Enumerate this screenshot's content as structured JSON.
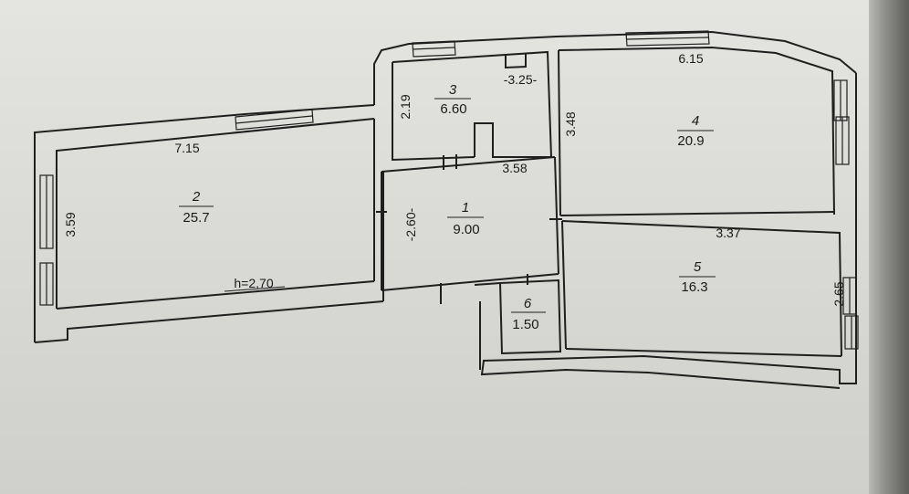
{
  "plan": {
    "rooms": [
      {
        "id": "2",
        "number": "2",
        "area": "25.7"
      },
      {
        "id": "1",
        "number": "1",
        "area": "9.00"
      },
      {
        "id": "3",
        "number": "3",
        "area": "6.60"
      },
      {
        "id": "4",
        "number": "4",
        "area": "20.9"
      },
      {
        "id": "5",
        "number": "5",
        "area": "16.3"
      },
      {
        "id": "6",
        "number": "6",
        "area": "1.50"
      }
    ],
    "dimensions": {
      "room2_width": "7.15",
      "room2_depth": "3.59",
      "room3_depth": "2.19",
      "room3_width": "-3.25-",
      "room4_depth": "3.48",
      "room4_width": "6.15",
      "room1_width": "3.58",
      "room1_depth": "-2.60-",
      "room5_width": "3.37",
      "room5_depth": "2.65"
    },
    "ceiling_height": "h=2,70"
  },
  "colors": {
    "ink": "#1f1f1f",
    "wall_fill": "#e2e2df",
    "paper": "#e4e4e1"
  }
}
